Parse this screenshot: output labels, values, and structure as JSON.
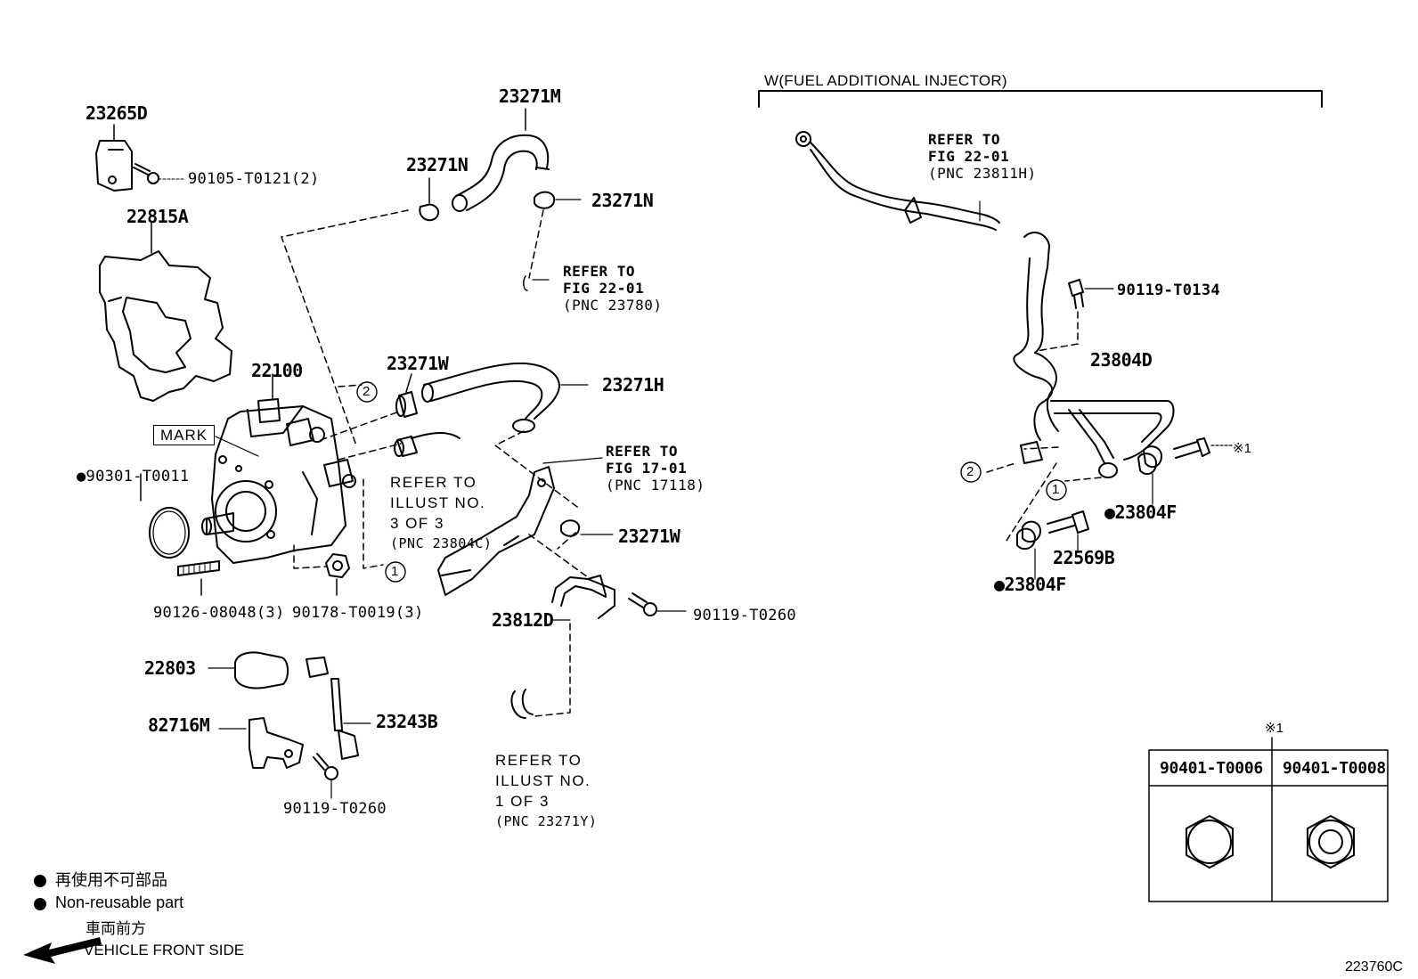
{
  "header": {
    "group_title": "W(FUEL ADDITIONAL INJECTOR)"
  },
  "parts": {
    "p23265D": "23265D",
    "p90105_T0121": "90105-T0121(2)",
    "p22815A": "22815A",
    "p23271M": "23271M",
    "p23271N_left": "23271N",
    "p23271N_right": "23271N",
    "p22100": "22100",
    "p23271W_top": "23271W",
    "p23271H": "23271H",
    "p90301_T0011": "90301-T0011",
    "p90126_08048": "90126-08048(3)",
    "p90178_T0019": "90178-T0019(3)",
    "p23271W_bottom": "23271W",
    "p23812D": "23812D",
    "p90119_T0260_mid": "90119-T0260",
    "p22803": "22803",
    "p23243B": "23243B",
    "p82716M": "82716M",
    "p90119_T0260_bottom": "90119-T0260",
    "p90119_T0134": "90119-T0134",
    "p23804D": "23804D",
    "p23804F_right": "23804F",
    "p22569B": "22569B",
    "p23804F_bottom": "23804F"
  },
  "mark_label": "MARK",
  "refers": {
    "fig_22_01_left": [
      "REFER TO",
      "FIG 22-01",
      "(PNC 23780)"
    ],
    "illust_3_of_3": [
      "REFER TO",
      "ILLUST NO.",
      "3 OF 3",
      "(PNC 23804C)"
    ],
    "fig_17_01": [
      "REFER TO",
      "FIG 17-01",
      "(PNC 17118)"
    ],
    "illust_1_of_3": [
      "REFER TO",
      "ILLUST NO.",
      "1 OF 3",
      "(PNC 23271Y)"
    ],
    "fig_22_01_right": [
      "REFER TO",
      "FIG 22-01",
      "(PNC 23811H)"
    ]
  },
  "callouts": {
    "c2_left": "2",
    "c1_left": "1",
    "c2_right": "2",
    "c1_right": "1"
  },
  "note_marker": "※1",
  "note_table": {
    "marker": "※1",
    "col1": "90401-T0006",
    "col2": "90401-T0008"
  },
  "legend": {
    "non_reusable_jp": "再使用不可部品",
    "non_reusable_en": "Non-reusable part",
    "front_jp": "車両前方",
    "front_en": "VEHICLE FRONT SIDE"
  },
  "figure_id": "223760C"
}
